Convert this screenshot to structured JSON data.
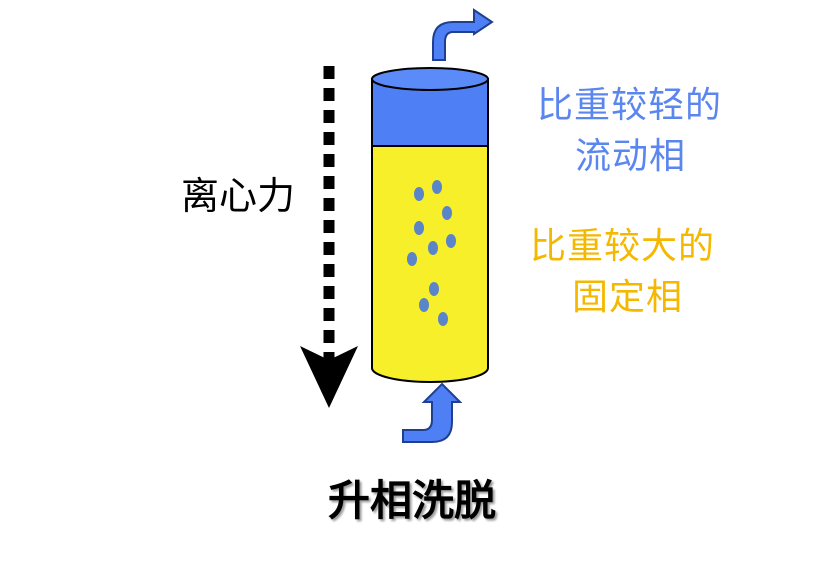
{
  "labels": {
    "centrifugal_force": "离心力",
    "mobile_phase_line1": "比重较轻的",
    "mobile_phase_line2": "流动相",
    "stationary_phase_line1": "比重较大的",
    "stationary_phase_line2": "固定相",
    "caption": "升相洗脱"
  },
  "colors": {
    "mobile_phase": "#4f7ff5",
    "stationary_phase": "#f6ef2a",
    "droplet": "#5a85c8",
    "flow_arrow": "#4f7ff5",
    "mobile_text": "#5b86f0",
    "stationary_text": "#f5b800",
    "force_arrow": "#000000"
  },
  "icons": {
    "inlet_arrow": "curved-up-arrow-icon",
    "outlet_arrow": "curved-right-arrow-icon",
    "force_arrow": "dashed-down-arrow-icon"
  }
}
